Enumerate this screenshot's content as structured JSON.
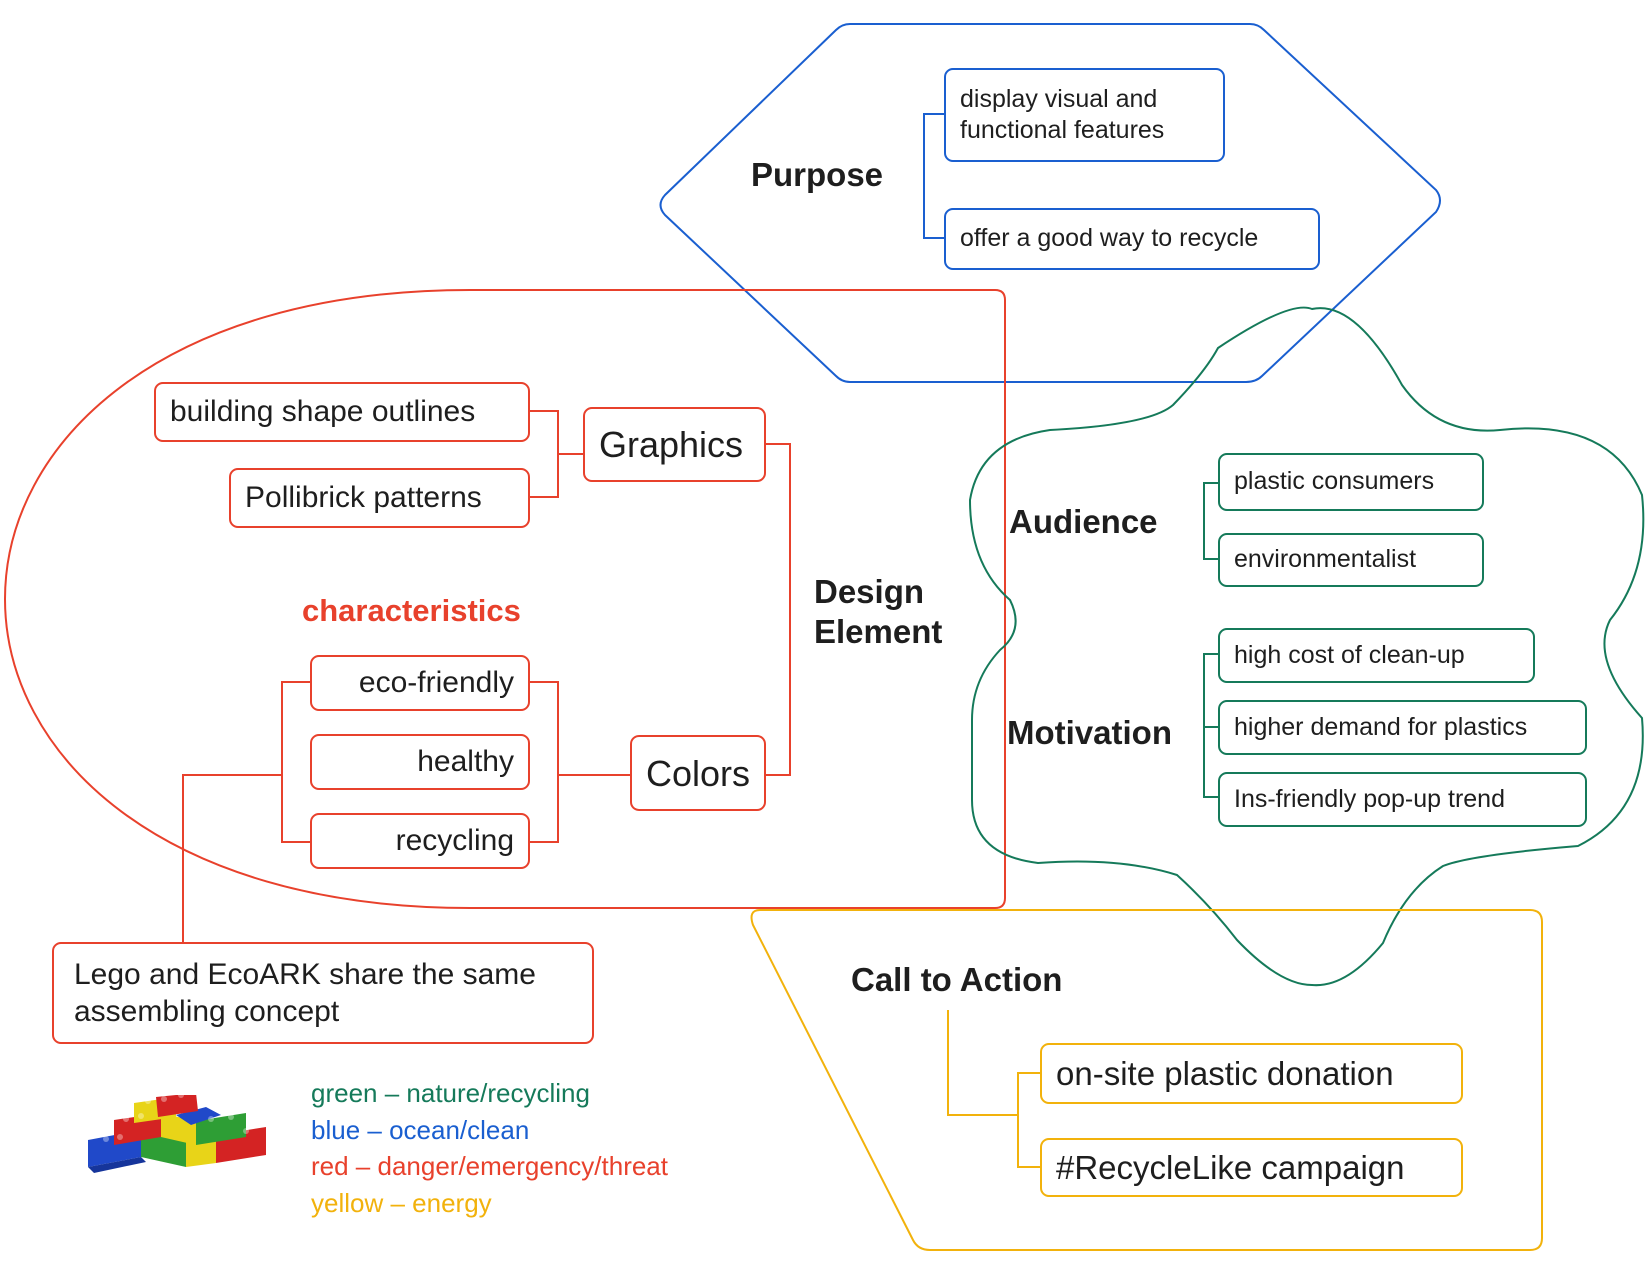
{
  "colors": {
    "red": "#e8412c",
    "blue": "#1a5fd0",
    "green": "#157a5a",
    "yellow": "#f2b20c",
    "text": "#1e1e1e"
  },
  "purpose": {
    "title": "Purpose",
    "items": [
      "display visual and functional features",
      "offer a good way to recycle"
    ]
  },
  "design_element": {
    "title": "Design Element",
    "characteristics_label": "characteristics",
    "graphics": {
      "label": "Graphics",
      "items": [
        "building shape outlines",
        "Pollibrick patterns"
      ]
    },
    "colors": {
      "label": "Colors",
      "items": [
        "eco-friendly",
        "healthy",
        "recycling"
      ]
    },
    "note": "Lego and EcoARK share the same assembling concept"
  },
  "audience": {
    "title": "Audience",
    "items": [
      "plastic consumers",
      "environmentalist"
    ]
  },
  "motivation": {
    "title": "Motivation",
    "items": [
      "high cost of clean-up",
      "higher demand for plastics",
      "Ins-friendly pop-up trend"
    ]
  },
  "call_to_action": {
    "title": "Call to Action",
    "items": [
      "on-site plastic donation",
      "#RecycleLike campaign"
    ]
  },
  "legend": [
    {
      "text": "green – nature/recycling",
      "color": "#157a5a"
    },
    {
      "text": "blue – ocean/clean",
      "color": "#1a5fd0"
    },
    {
      "text": "red – danger/emergency/threat",
      "color": "#e8412c"
    },
    {
      "text": "yellow – energy",
      "color": "#f2b20c"
    }
  ],
  "image": {
    "icon": "lego-bricks-icon"
  }
}
